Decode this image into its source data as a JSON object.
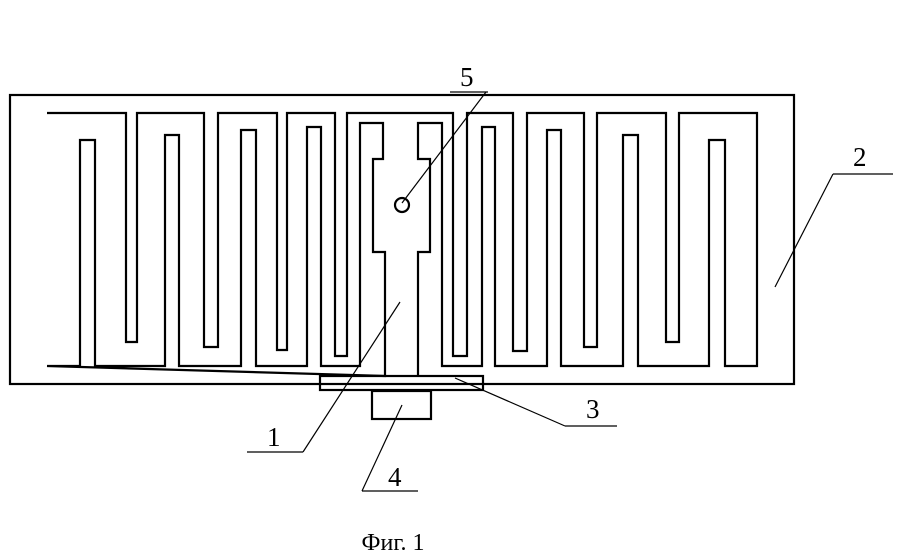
{
  "figure": {
    "caption": "Фиг. 1",
    "labels": {
      "feed_element": "1",
      "substrate": "2",
      "strip": "3",
      "connector": "4",
      "hole": "5"
    }
  }
}
